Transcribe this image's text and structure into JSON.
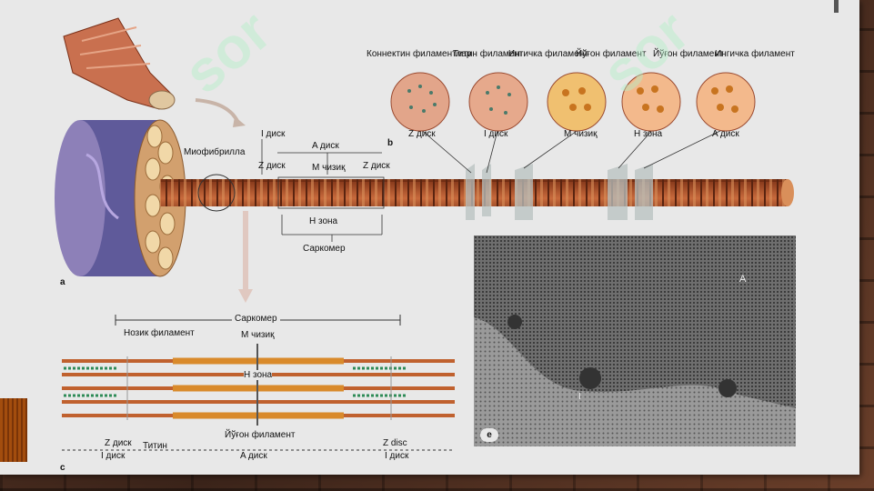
{
  "labels": {
    "cross_section": [
      "Коннектин филаментлар",
      "Титин филамент",
      "Ингичка филамент",
      "Йўғон филамент",
      "Йўғон филамент",
      "Ингичка филамент"
    ],
    "cross_section_zones": [
      "Z диск",
      "I диск",
      "M чизиқ",
      "H зона",
      "A диск"
    ],
    "myofibril": "Миофибрилла",
    "i_disk": "I диск",
    "a_disk": "A диск",
    "z_disk_left": "Z диск",
    "m_line_top": "M чизиқ",
    "z_disk_right": "Z диск",
    "h_zone": "H зона",
    "sarcomere": "Саркомер",
    "panel_a": "a",
    "panel_b": "b",
    "panel_c": "c",
    "panel_e": "e",
    "c_sarcomere": "Саркомер",
    "c_thin": "Нозик филамент",
    "c_m_line": "M чизиқ",
    "c_h_zone": "H зона",
    "c_thick": "Йўғон филамент",
    "c_z_disk_left": "Z диск",
    "c_titin": "Титин",
    "c_z_disc_right": "Z disc",
    "c_i_disk_left": "I диск",
    "c_a_disk": "A диск",
    "c_i_disk_right": "I диск",
    "em_A": "A",
    "em_I": "I",
    "watermark": "sor"
  },
  "colors": {
    "muscle": "#b8552c",
    "thin_filament": "#c0612e",
    "thick_filament": "#d98a2b",
    "titin": "#2e8b57",
    "myofibril_band_light": "#d7b08c",
    "slide_bg": "#e8e8e8"
  }
}
